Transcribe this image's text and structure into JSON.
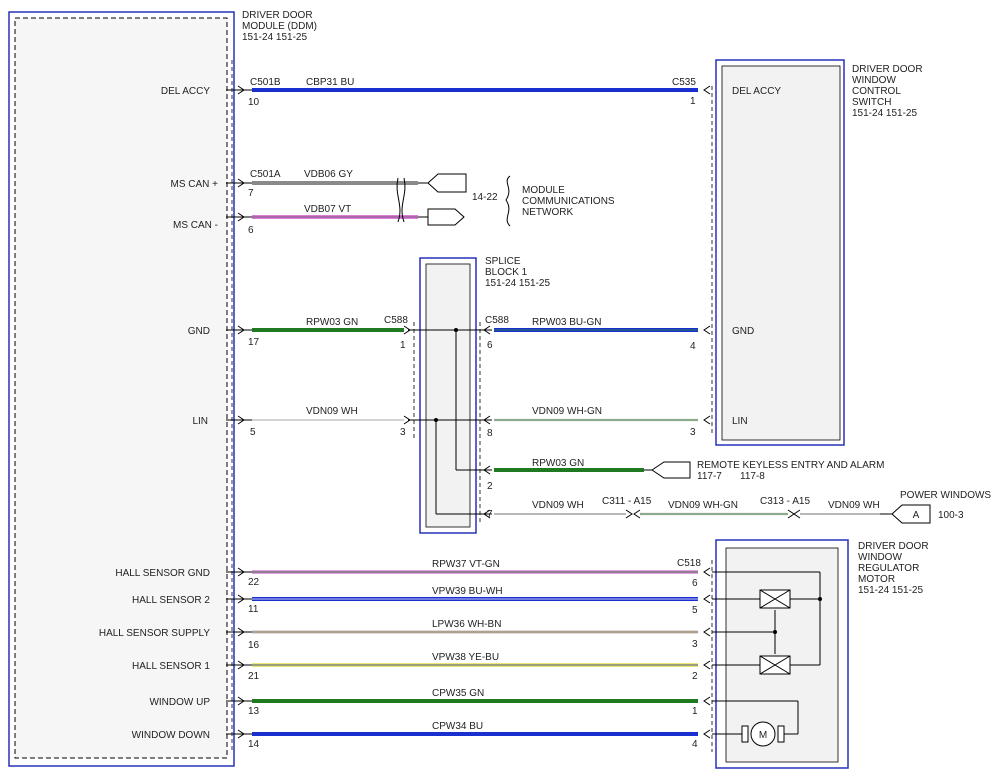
{
  "ddm": {
    "title1": "DRIVER DOOR",
    "title2": "MODULE (DDM)",
    "pages": "151-24  151-25",
    "pins": {
      "delaccy": "DEL ACCY",
      "mscanplus": "MS CAN +",
      "mscanminus": "MS CAN -",
      "gnd": "GND",
      "lin": "LIN",
      "hallgnd": "HALL SENSOR GND",
      "hall2": "HALL SENSOR 2",
      "hallsupply": "HALL SENSOR SUPPLY",
      "hall1": "HALL SENSOR 1",
      "winup": "WINDOW UP",
      "windown": "WINDOW DOWN"
    }
  },
  "switch": {
    "title1": "DRIVER DOOR",
    "title2": "WINDOW",
    "title3": "CONTROL",
    "title4": "SWITCH",
    "pages": "151-24  151-25",
    "pins": {
      "delaccy": "DEL ACCY",
      "gnd": "GND",
      "lin": "LIN"
    }
  },
  "motor": {
    "title1": "DRIVER DOOR",
    "title2": "WINDOW",
    "title3": "REGULATOR",
    "title4": "MOTOR",
    "pages": "151-24  151-25",
    "symbol": "M"
  },
  "splice": {
    "title1": "SPLICE",
    "title2": "BLOCK 1",
    "pages": "151-24  151-25"
  },
  "network": {
    "ref": "14-22",
    "line1": "MODULE",
    "line2": "COMMUNICATIONS",
    "line3": "NETWORK"
  },
  "rke": {
    "label": "REMOTE KEYLESS ENTRY AND ALARM",
    "ref1": "117-7",
    "ref2": "117-8"
  },
  "power_windows": {
    "label": "POWER WINDOWS",
    "tag": "A",
    "ref": "100-3"
  },
  "connectors": {
    "c501b": "C501B",
    "c501a": "C501A",
    "c535": "C535",
    "c588_left": "C588",
    "c588_right": "C588",
    "c311": "C311  -  A15",
    "c313": "C313  -  A15",
    "c518": "C518"
  },
  "pin_numbers": {
    "ddm_delaccy": "10",
    "ddm_mscanplus": "7",
    "ddm_mscanminus": "6",
    "ddm_gnd": "17",
    "ddm_lin": "5",
    "ddm_hallgnd": "22",
    "ddm_hall2": "11",
    "ddm_hallsupply": "16",
    "ddm_hall1": "21",
    "ddm_winup": "13",
    "ddm_windown": "14",
    "sw_delaccy": "1",
    "sw_gnd": "4",
    "sw_lin": "3",
    "sp_gnd_in": "1",
    "sp_lin_in": "3",
    "sp_gnd_out": "6",
    "sp_lin_out": "8",
    "sp_rke": "2",
    "sp_pw": "7",
    "mot_hallgnd": "6",
    "mot_hall2": "5",
    "mot_hallsupply": "3",
    "mot_hall1": "2",
    "mot_winup": "1",
    "mot_windown": "4"
  },
  "wires": {
    "delaccy": "CBP31   BU",
    "mscanplus": "VDB06   GY",
    "mscanminus": "VDB07   VT",
    "gnd_left": "RPW03   GN",
    "gnd_right": "RPW03   BU-GN",
    "lin_left": "VDN09   WH",
    "lin_right": "VDN09   WH-GN",
    "rke": "RPW03   GN",
    "pw_a": "VDN09   WH",
    "pw_b": "VDN09   WH-GN",
    "pw_c": "VDN09   WH",
    "hallgnd": "RPW37   VT-GN",
    "hall2": "VPW39   BU-WH",
    "hallsupply": "LPW36   WH-BN",
    "hall1": "VPW38   YE-BU",
    "winup": "CPW35   GN",
    "windown": "CPW34   BU"
  },
  "colors": {
    "BU": "#1a2fd0",
    "GY": "#8a8a8a",
    "VT": "#d77fd7",
    "GN": "#1f7a1f",
    "WH": "#c8c8c8",
    "BU_GN_stripe": "#2c9a2c",
    "frame": "#2633b8"
  }
}
